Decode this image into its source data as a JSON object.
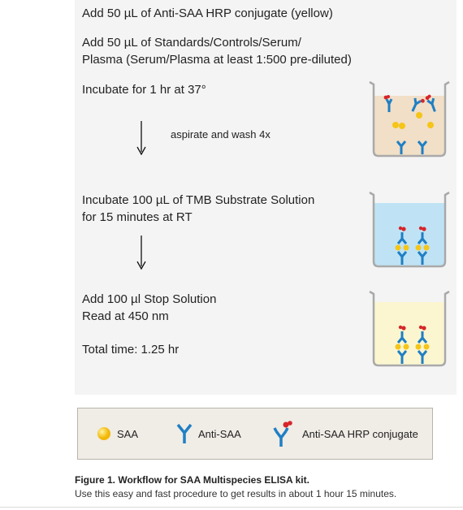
{
  "steps": [
    {
      "text": "Add 50 µL of Anti-SAA HRP conjugate (yellow)"
    },
    {
      "text": "Add 50 µL of Standards/Controls/Serum/\nPlasma (Serum/Plasma at least 1:500 pre-diluted)"
    },
    {
      "text": "Incubate for 1 hr at 37°"
    },
    {
      "text": "Incubate 100 µL of TMB Substrate Solution\nfor 15 minutes at RT"
    },
    {
      "text": "Add 100 µl Stop Solution\nRead at 450 nm"
    },
    {
      "text": "Total time: 1.25 hr"
    }
  ],
  "wash_label": "aspirate and wash 4x",
  "legend": [
    {
      "label": "SAA",
      "icon": "saa-icon"
    },
    {
      "label": "Anti-SAA",
      "icon": "antibody-icon"
    },
    {
      "label": "Anti-SAA HRP conjugate",
      "icon": "hrp-conjugate-icon"
    }
  ],
  "caption": {
    "title": "Figure 1. Workflow for SAA Multispecies ELISA kit.",
    "text": "Use this easy and fast procedure to get results in about 1 hour 15 minutes."
  },
  "colors": {
    "antibody": "#1f7fc4",
    "hrp": "#d6262a",
    "saa": "#f5c518",
    "well1_fill": "#f1dfc7",
    "well2_fill": "#bfe3f4",
    "well3_fill": "#fbf6cf",
    "well_border": "#a9a9a9"
  }
}
